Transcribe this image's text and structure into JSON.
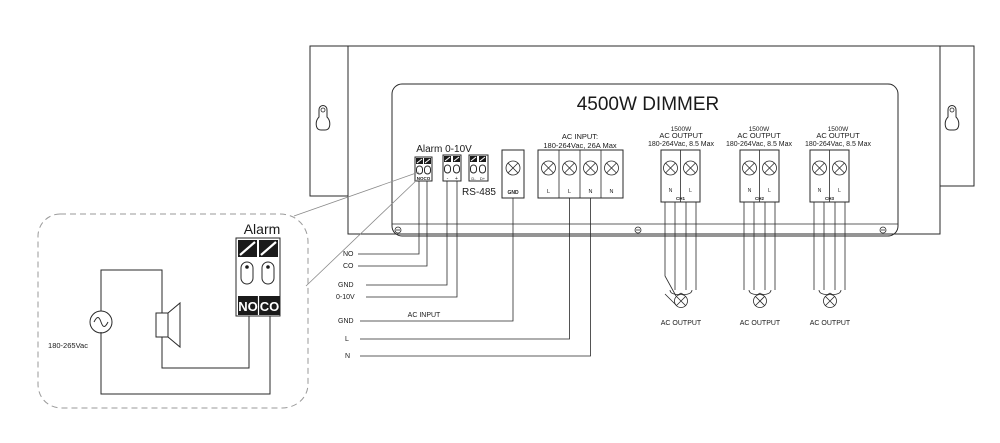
{
  "device": {
    "title": "4500W DIMMER",
    "alarm_label": "Alarm",
    "zero_ten_label": "0-10V",
    "rs485_label": "RS-485",
    "alarm_pins": "NOCO",
    "zero_ten_pins": [
      "-",
      "+"
    ],
    "rs485_pins": [
      "D-",
      "D+"
    ],
    "gnd_terminal": "GND",
    "ac_input_header": [
      "AC INPUT:",
      "180-264Vac, 26A Max"
    ],
    "ac_input_pins": [
      "L",
      "L",
      "N",
      "N"
    ],
    "outputs": [
      {
        "power": "1500W",
        "header": "AC OUTPUT",
        "range": "180-264Vac, 8.5 Max",
        "pins": [
          "N",
          "L"
        ],
        "channel": "CH1",
        "load": "AC OUTPUT"
      },
      {
        "power": "1500W",
        "header": "AC OUTPUT",
        "range": "180-264Vac, 8.5 Max",
        "pins": [
          "N",
          "L"
        ],
        "channel": "CH2",
        "load": "AC OUTPUT"
      },
      {
        "power": "1500W",
        "header": "AC OUTPUT",
        "range": "180-264Vac, 8.5 Max",
        "pins": [
          "N",
          "L"
        ],
        "channel": "CH3",
        "load": "AC OUTPUT"
      }
    ]
  },
  "wires": {
    "no": "NO",
    "co": "CO",
    "gnd_ctrl": "GND",
    "ctrl_signal": "0-10V",
    "gnd_ac": "GND",
    "ac_input": "AC INPUT",
    "line": "L",
    "neutral": "N"
  },
  "detail": {
    "title": "Alarm",
    "pins": [
      "NO",
      "CO"
    ],
    "source": "180-265Vac"
  }
}
